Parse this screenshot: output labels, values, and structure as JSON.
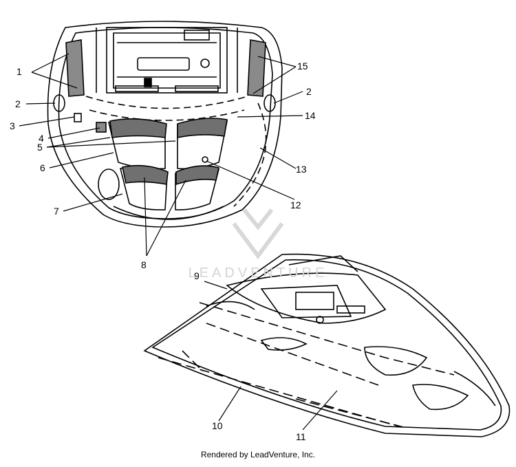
{
  "callouts": [
    "1",
    "2",
    "2",
    "3",
    "4",
    "5",
    "6",
    "7",
    "8",
    "9",
    "10",
    "11",
    "12",
    "13",
    "14",
    "15"
  ],
  "watermark": "LEADVENTURE",
  "footer": "Rendered by LeadVenture, Inc.",
  "colors": {
    "line": "#000000",
    "background": "#ffffff",
    "watermark": "#d4d4d4"
  }
}
